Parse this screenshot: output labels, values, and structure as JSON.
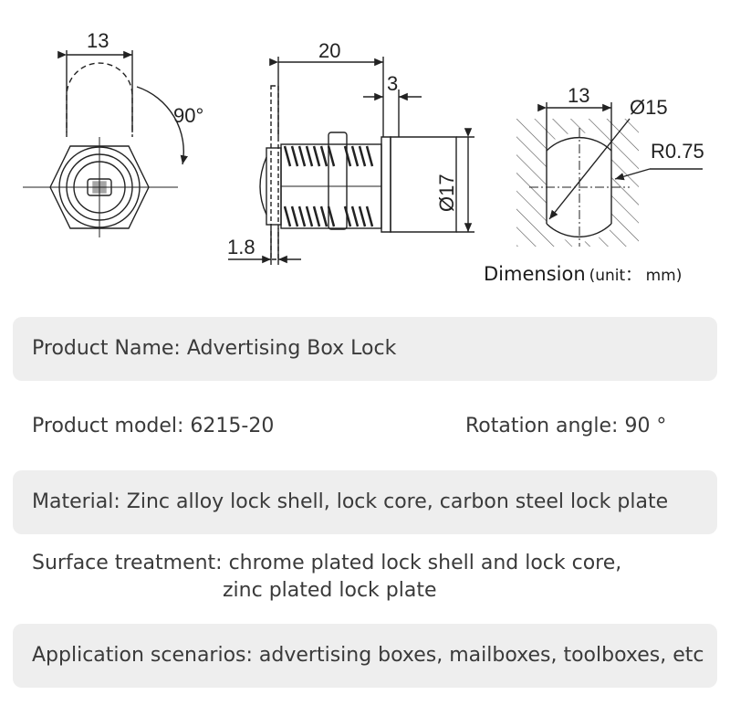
{
  "diagram": {
    "front_view": {
      "width_label": "13",
      "angle_label": "90°"
    },
    "side_view": {
      "length_label": "20",
      "cap_label": "3",
      "diameter_label": "Ø17",
      "plate_label": "1.8"
    },
    "cutout_view": {
      "width_label": "13",
      "diameter_label": "Ø15",
      "radius_label": "R0.75"
    },
    "title": "Dimension",
    "unit": "(unit： mm)"
  },
  "specs": {
    "product_name": "Product Name: Advertising Box Lock",
    "product_model": "Product model: 6215-20",
    "rotation_angle": "Rotation angle: 90 °",
    "material": "Material: Zinc alloy lock shell, lock core, carbon steel lock plate",
    "surface_line1": "Surface treatment: chrome plated lock shell and lock core,",
    "surface_line2": "zinc plated lock plate",
    "application": "Application scenarios: advertising boxes, mailboxes, toolboxes, etc"
  },
  "colors": {
    "panel_bg": "#eeeeee",
    "text": "#3a3a3a",
    "line": "#222222"
  }
}
